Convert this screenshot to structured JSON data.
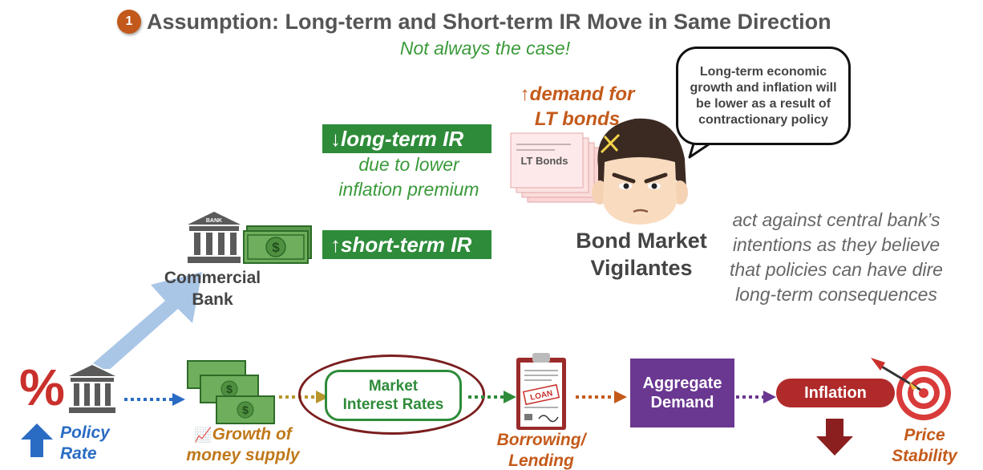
{
  "header": {
    "step_number": "1",
    "title": "Assumption: Long-term and Short-term IR Move in Same Direction",
    "subtitle": "Not always the case!"
  },
  "rates": {
    "long_term": "↓long-term IR",
    "long_term_reason_line1": "due to lower",
    "long_term_reason_line2": "inflation premium",
    "short_term": "↑short-term IR"
  },
  "bonds": {
    "demand_line1": "↑demand for",
    "demand_line2": "LT bonds",
    "doc_label": "LT Bonds"
  },
  "speech_bubble": "Long-term economic growth and inflation will be lower as a result of contractionary policy",
  "vigilantes": {
    "label_line1": "Bond Market",
    "label_line2": "Vigilantes",
    "description_lines": [
      "act against central bank’s",
      "intentions as they believe",
      "that policies can have dire",
      "long-term consequences"
    ]
  },
  "bank": {
    "sign": "BANK",
    "label_line1": "Commercial",
    "label_line2": "Bank"
  },
  "chain": {
    "policy_line1": "Policy",
    "policy_line2": "Rate",
    "percent_symbol": "%",
    "growth_line1": "Growth of",
    "growth_line2": "money supply",
    "market_line1": "Market",
    "market_line2": "Interest Rates",
    "borrow_line1": "Borrowing/",
    "borrow_line2": "Lending",
    "loan_stamp": "LOAN",
    "aggregate_line1": "Aggregate",
    "aggregate_line2": "Demand",
    "inflation": "Inflation",
    "price_line1": "Price",
    "price_line2": "Stability"
  },
  "colors": {
    "green": "#2e8b3a",
    "orange": "#c45a1a",
    "blue": "#2a6cc4",
    "purple": "#6a3791",
    "red": "#b02a2a"
  },
  "icons": [
    "bank-icon",
    "money-stack-icon",
    "person-face-icon",
    "loan-clipboard-icon",
    "target-icon",
    "dart-icon",
    "up-arrow-icon",
    "down-arrow-icon"
  ]
}
